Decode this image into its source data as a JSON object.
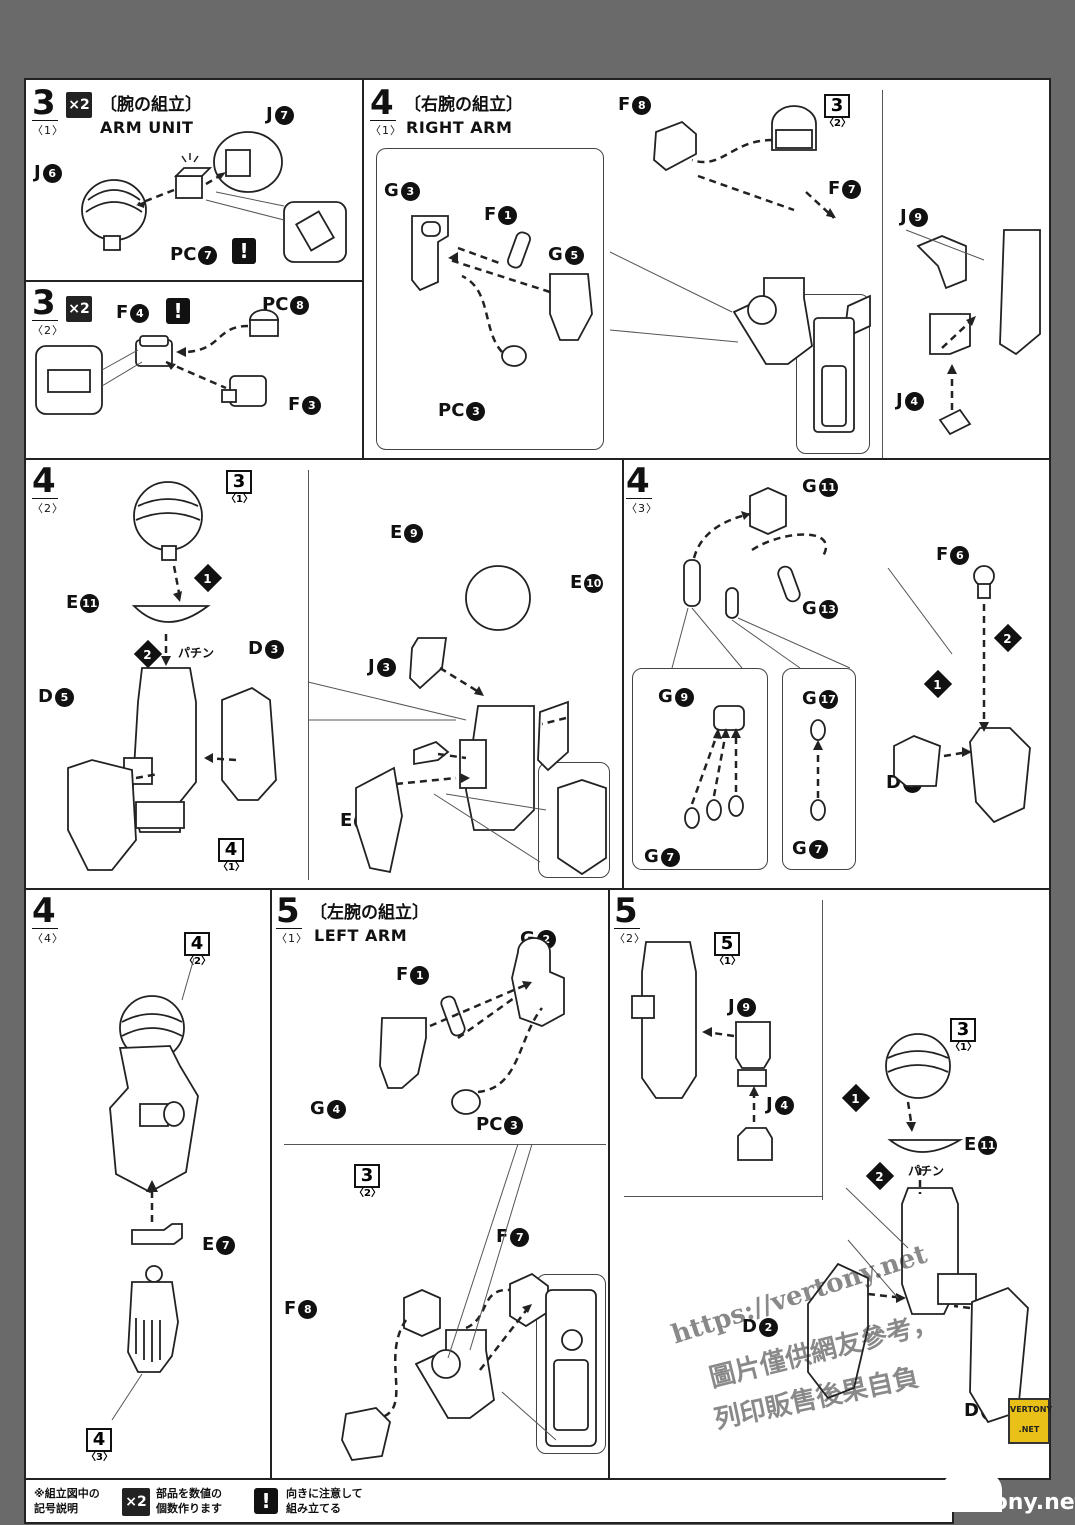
{
  "step3_1": {
    "num": "3",
    "sub": "〈1〉",
    "x2": "×2",
    "title_jp": "〔腕の組立〕",
    "title_en": "ARM UNIT",
    "labels": {
      "j7": "J",
      "j6": "J",
      "pc7": "PC"
    },
    "codes": {
      "j7": "7",
      "j6": "6",
      "pc7": "7"
    },
    "warn": "!"
  },
  "step3_2": {
    "num": "3",
    "sub": "〈2〉",
    "x2": "×2",
    "labels": {
      "f4": "F",
      "pc8": "PC",
      "f3": "F"
    },
    "codes": {
      "f4": "4",
      "pc8": "8",
      "f3": "3"
    },
    "warn": "!"
  },
  "step4_1": {
    "num": "4",
    "sub": "〈1〉",
    "title_jp": "〔右腕の組立〕",
    "title_en": "RIGHT ARM",
    "labels": {
      "g3": "G",
      "f1": "F",
      "g5": "G",
      "pc3": "PC",
      "f8": "F",
      "f7": "F",
      "j9": "J",
      "j4": "J"
    },
    "codes": {
      "g3": "3",
      "f1": "1",
      "g5": "5",
      "pc3": "3",
      "f8": "8",
      "f7": "7",
      "j9": "9",
      "j4": "4"
    },
    "ref": {
      "n": "3",
      "s": "〈2〉"
    }
  },
  "step4_2": {
    "num": "4",
    "sub": "〈2〉",
    "labels": {
      "e11": "E",
      "d3": "D",
      "d5": "D",
      "e9": "E",
      "e10": "E",
      "j3": "J",
      "e8": "E"
    },
    "codes": {
      "e11": "11",
      "d3": "3",
      "d5": "5",
      "e9": "9",
      "e10": "10",
      "j3": "3",
      "e8": "8"
    },
    "ref_top": {
      "n": "3",
      "s": "〈1〉"
    },
    "ref_bottom": {
      "n": "4",
      "s": "〈1〉"
    },
    "seq1": "1",
    "seq2": "2",
    "snap": "パチン"
  },
  "step4_3": {
    "num": "4",
    "sub": "〈3〉",
    "labels": {
      "g11": "G",
      "g13": "G",
      "f6": "F",
      "g9": "G",
      "g17": "G",
      "g7a": "G",
      "g7b": "G",
      "d7": "D"
    },
    "codes": {
      "g11": "11",
      "g13": "13",
      "f6": "6",
      "g9": "9",
      "g17": "17",
      "g7a": "7",
      "g7b": "7",
      "d7": "7"
    },
    "seq1": "1",
    "seq2": "2"
  },
  "step4_4": {
    "num": "4",
    "sub": "〈4〉",
    "labels": {
      "e7": "E"
    },
    "codes": {
      "e7": "7"
    },
    "ref_top": {
      "n": "4",
      "s": "〈2〉"
    },
    "ref_bottom": {
      "n": "4",
      "s": "〈3〉"
    }
  },
  "step5_1": {
    "num": "5",
    "sub": "〈1〉",
    "title_jp": "〔左腕の組立〕",
    "title_en": "LEFT ARM",
    "labels": {
      "f1": "F",
      "g2": "G",
      "g4": "G",
      "pc3": "PC",
      "f7": "F",
      "f8": "F"
    },
    "codes": {
      "f1": "1",
      "g2": "2",
      "g4": "4",
      "pc3": "3",
      "f7": "7",
      "f8": "8"
    },
    "ref": {
      "n": "3",
      "s": "〈2〉"
    }
  },
  "step5_2": {
    "num": "5",
    "sub": "〈2〉",
    "labels": {
      "j9": "J",
      "j4": "J",
      "e11": "E",
      "d2": "D",
      "d4": "D"
    },
    "codes": {
      "j9": "9",
      "j4": "4",
      "e11": "11",
      "d2": "2",
      "d4": "4"
    },
    "ref_a": {
      "n": "5",
      "s": "〈1〉"
    },
    "ref_b": {
      "n": "3",
      "s": "〈1〉"
    },
    "seq1": "1",
    "seq2": "2",
    "snap": "パチン"
  },
  "legend": {
    "note": "※組立図中の\n記号説明",
    "x2": "×2",
    "x2_text": "部品を数値の\n個数作ります",
    "warn": "!",
    "warn_text": "向きに注意して\n組み立てる"
  },
  "watermark": {
    "url": "https://vertony.net",
    "line2": "圖片僅供網友參考，",
    "line3": "列印販售後果自負",
    "site": "vertony.net",
    "badge": "VERTONY .NET"
  }
}
